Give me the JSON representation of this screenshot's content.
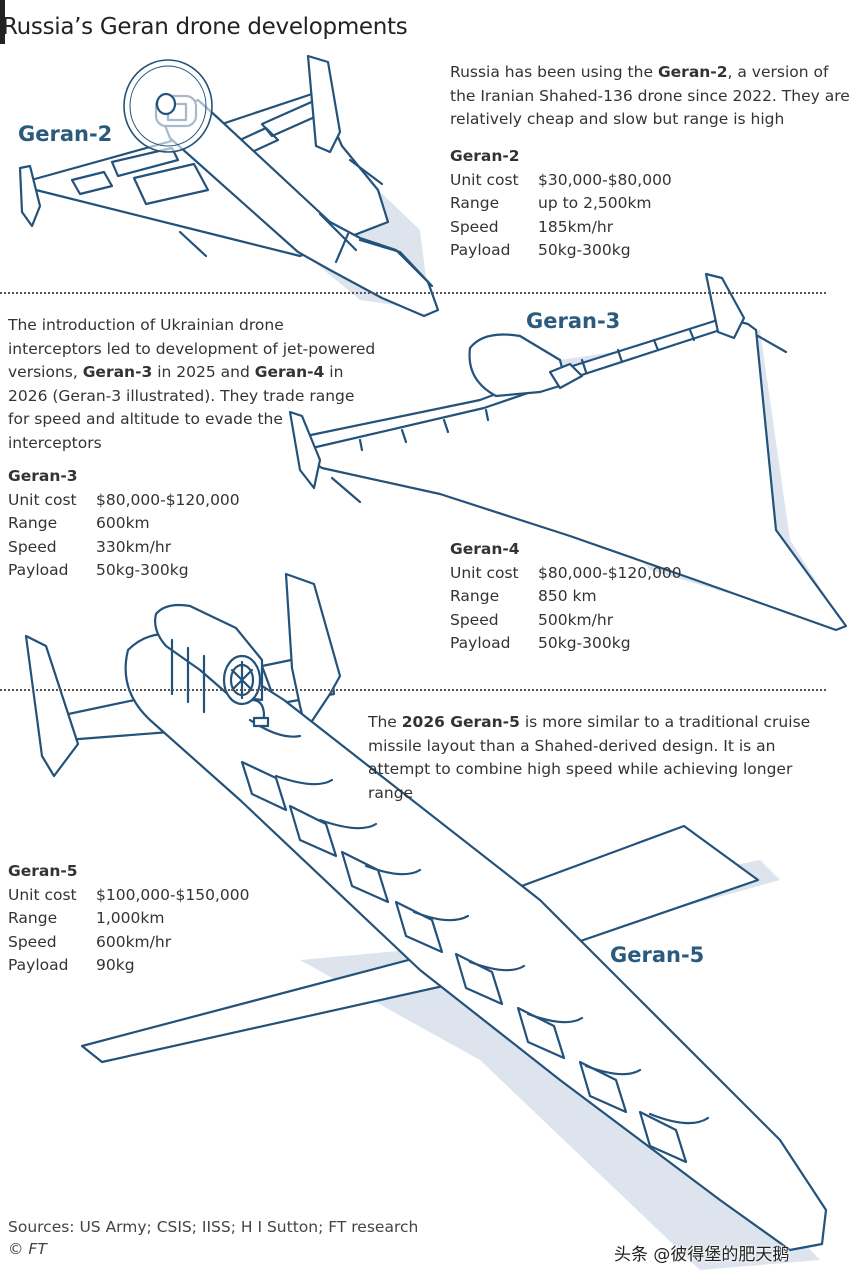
{
  "title": "Russia’s Geran drone developments",
  "section_geran2": {
    "intro_parts": [
      "Russia has been using the ",
      "Geran-2",
      ", a version of the Iranian Shahed-136 drone since 2022. They are relatively cheap and slow but range is high"
    ],
    "label": "Geran-2",
    "spec": {
      "name": "Geran-2",
      "rows": [
        {
          "k": "Unit cost",
          "v": "$30,000-$80,000"
        },
        {
          "k": "Range",
          "v": "up to 2,500km"
        },
        {
          "k": "Speed",
          "v": "185km/hr"
        },
        {
          "k": "Payload",
          "v": "50kg-300kg"
        }
      ]
    }
  },
  "section_geran3": {
    "intro_parts": [
      "The introduction of Ukrainian drone interceptors led to development of jet-powered versions, ",
      "Geran-3",
      " in 2025 and ",
      "Geran-4",
      " in 2026 (Geran-3 illustrated). They trade range for speed and altitude to evade the interceptors"
    ],
    "label": "Geran-3",
    "spec3": {
      "name": "Geran-3",
      "rows": [
        {
          "k": "Unit cost",
          "v": "$80,000-$120,000"
        },
        {
          "k": "Range",
          "v": "600km"
        },
        {
          "k": "Speed",
          "v": "330km/hr"
        },
        {
          "k": "Payload",
          "v": "50kg-300kg"
        }
      ]
    },
    "spec4": {
      "name": "Geran-4",
      "rows": [
        {
          "k": "Unit cost",
          "v": "$80,000-$120,000"
        },
        {
          "k": "Range",
          "v": "850 km"
        },
        {
          "k": "Speed",
          "v": "500km/hr"
        },
        {
          "k": "Payload",
          "v": "50kg-300kg"
        }
      ]
    }
  },
  "section_geran5": {
    "intro_parts": [
      "The ",
      "2026 Geran-5",
      " is more similar to a traditional cruise missile layout than a Shahed-derived design. It is an attempt to combine high speed while achieving longer range"
    ],
    "label": "Geran-5",
    "spec": {
      "name": "Geran-5",
      "rows": [
        {
          "k": "Unit cost",
          "v": "$100,000-$150,000"
        },
        {
          "k": "Range",
          "v": "1,000km"
        },
        {
          "k": "Speed",
          "v": "600km/hr"
        },
        {
          "k": "Payload",
          "v": "90kg"
        }
      ]
    }
  },
  "sources": "Sources: US Army; CSIS; IISS; H I Sutton; FT research",
  "credit": "© FT",
  "watermark": "头条 @彼得堡的肥天鹅",
  "colors": {
    "outline": "#23527a",
    "fill": "#ffffff",
    "shadow": "#dde4ee",
    "label": "#2a5a7e",
    "text": "#333333"
  }
}
